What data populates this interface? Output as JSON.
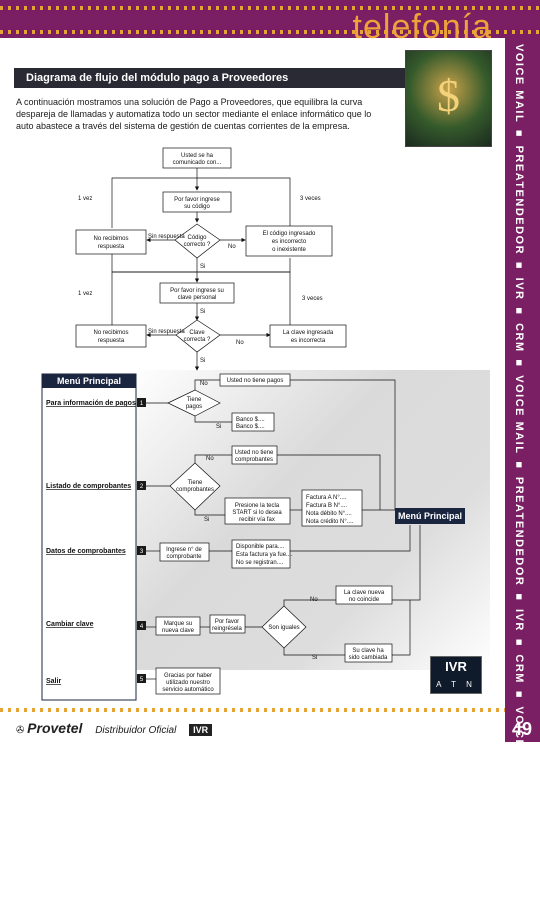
{
  "header": {
    "brand": "telefonía"
  },
  "sidebar": {
    "text": "VOICE MAIL ■ PREATENDEDOR ■ IVR ■ CRM ■ VOICE MAIL ■ PREATENDEDOR ■ IVR ■ CRM ■ VOICE MAIL ■ PREATENDEDOR"
  },
  "page_number": "49",
  "article": {
    "title": "Diagrama de flujo del módulo pago a Proveedores",
    "intro": "A continuación mostramos una solución de Pago a Proveedores, que equilibra la curva despareja de llamadas y automatiza todo un sector mediante el enlace informático que lo auto abastece a través del sistema de gestión de cuentas corrientes de la empresa."
  },
  "flow": {
    "start": [
      "Usted se ha",
      "comunicado con..."
    ],
    "ask_code": [
      "Por favor ingrese",
      "su código"
    ],
    "code_ok": [
      "Código",
      "correcto ?"
    ],
    "no_answer1": [
      "No recibimos",
      "respuesta"
    ],
    "code_wrong": [
      "El código ingresado",
      "es incorrecto",
      "o inexistente"
    ],
    "ask_key": [
      "Por favor ingrese su",
      "clave personal"
    ],
    "key_ok": [
      "Clave",
      "correcta ?"
    ],
    "no_answer2": [
      "No recibimos",
      "respuesta"
    ],
    "key_wrong": [
      "La clave ingresada",
      "es incorrecta"
    ],
    "once": "1 vez",
    "three_times": "3 veces",
    "yes": "Si",
    "no": "No",
    "no_response": "Sin respuesta"
  },
  "menu": {
    "title": "Menú Principal",
    "items": [
      {
        "label": "Para información de pagos",
        "num": "1"
      },
      {
        "label": "Listado de comprobantes",
        "num": "2"
      },
      {
        "label": "Datos de comprobantes",
        "num": "3"
      },
      {
        "label": "Cambiar clave",
        "num": "4"
      },
      {
        "label": "Salir",
        "num": "5"
      }
    ],
    "right_title": "Menú Principal"
  },
  "branch1": {
    "q": [
      "Tiene",
      "pagos"
    ],
    "no_pay": "Usted no tiene pagos",
    "banks": [
      "Banco $....",
      "Banco $...."
    ]
  },
  "branch2": {
    "q": [
      "Tiene",
      "comprobantes"
    ],
    "no_docs": [
      "Usted no tiene",
      "comprobantes"
    ],
    "fax": [
      "Presione la tecla",
      "START si lo desea",
      "recibir vía fax"
    ],
    "invoices": [
      "Factura A N°....",
      "Factura B N°....",
      "Nota débito N°....",
      "Nota crédito N°...."
    ]
  },
  "branch3": {
    "enter": [
      "Ingrese n° de",
      "comprobante"
    ],
    "info": [
      "Disponible para....",
      "Esta factura ya fue....",
      "No se registran...."
    ]
  },
  "branch4": {
    "mark": [
      "Marque su",
      "nueva clave"
    ],
    "reenter": [
      "Por favor",
      "reingrésela"
    ],
    "q": "Son iguales",
    "mismatch": [
      "La clave nueva",
      "no coincide"
    ],
    "changed": [
      "Su clave ha",
      "sido cambiada"
    ]
  },
  "branch5": {
    "bye": [
      "Gracias por haber",
      "utilizado nuestro",
      "servicio automático"
    ]
  },
  "ivr_logo": {
    "top": "IVR",
    "bottom": "A T N"
  },
  "footer": {
    "brand": "Provetel",
    "distributor": "Distribuidor Oficial",
    "ivr": "IVR"
  }
}
